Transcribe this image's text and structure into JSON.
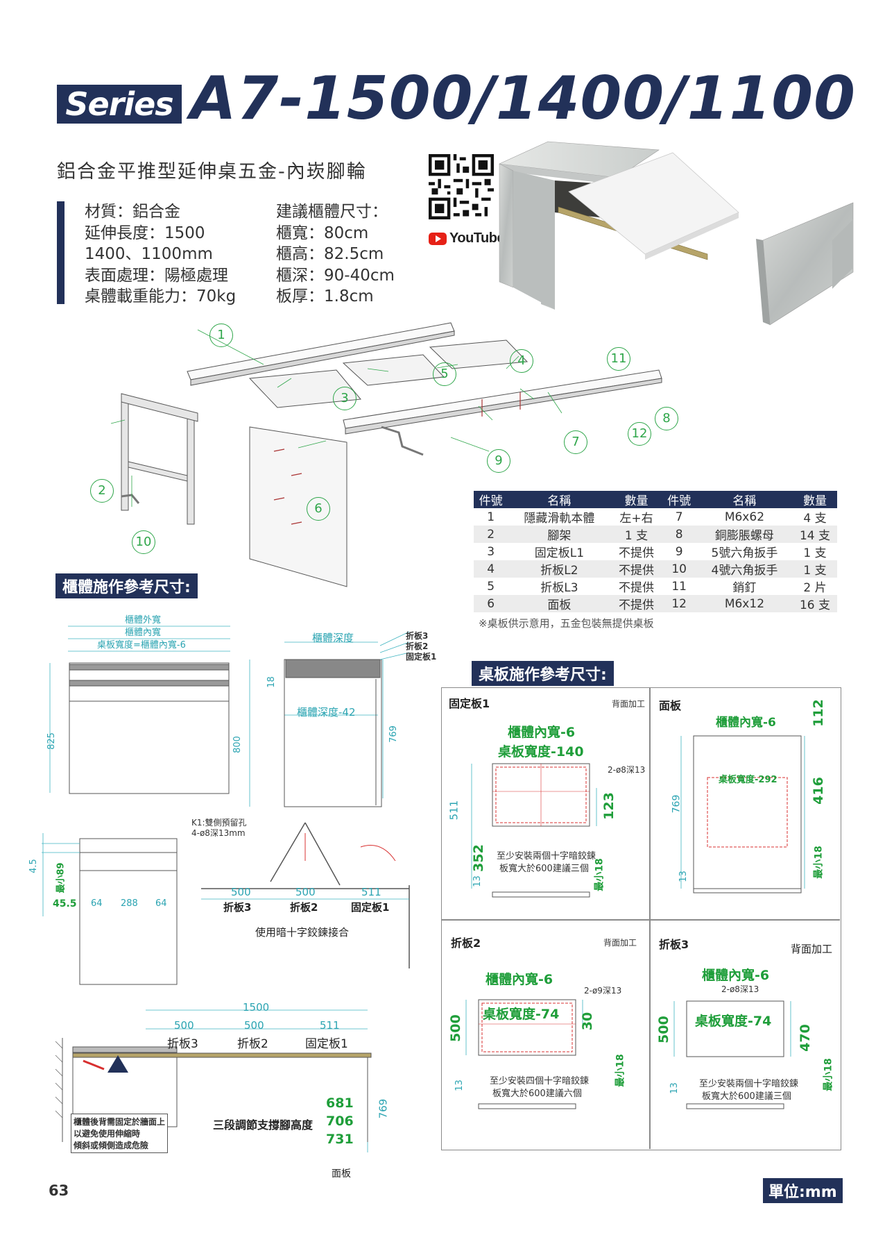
{
  "header": {
    "series": "Series",
    "model": "A7-1500/1400/1100",
    "subtitle": "鋁合金平推型延伸桌五金-內崁腳輪"
  },
  "specs_left": [
    "材質：鋁合金",
    "延伸長度：1500",
    "1400、1100mm",
    "表面處理：陽極處理",
    "桌體載重能力：70kg"
  ],
  "specs_right": [
    "建議櫃體尺寸：",
    "櫃寬：80cm",
    "櫃高：82.5cm",
    "櫃深：90-40cm",
    "板厚：1.8cm"
  ],
  "youtube_label": "YouTube",
  "part_callouts": [
    "1",
    "2",
    "3",
    "4",
    "5",
    "6",
    "7",
    "8",
    "9",
    "10",
    "11",
    "12"
  ],
  "parts_table": {
    "headers": [
      "件號",
      "名稱",
      "數量",
      "件號",
      "名稱",
      "數量"
    ],
    "rows": [
      [
        "1",
        "隱藏滑軌本體",
        "左+右",
        "7",
        "M6x62",
        "4 支"
      ],
      [
        "2",
        "腳架",
        "1 支",
        "8",
        "銅膨脹螺母",
        "14 支"
      ],
      [
        "3",
        "固定板L1",
        "不提供",
        "9",
        "5號六角扳手",
        "1 支"
      ],
      [
        "4",
        "折板L2",
        "不提供",
        "10",
        "4號六角扳手",
        "1 支"
      ],
      [
        "5",
        "折板L3",
        "不提供",
        "11",
        "銷釘",
        "2 片"
      ],
      [
        "6",
        "面板",
        "不提供",
        "12",
        "M6x12",
        "16 支"
      ]
    ],
    "note": "※桌板供示意用，五金包裝無提供桌板"
  },
  "cabinet_section": {
    "title": "櫃體施作參考尺寸:",
    "front": {
      "outer": "櫃體外寬",
      "inner": "櫃體內寬",
      "board": "桌板寬度=櫃體內寬-6",
      "h825": "825",
      "h800": "800",
      "h18": "18"
    },
    "side": {
      "depth": "櫃體深度",
      "depth42": "櫃體深度-42",
      "h769": "769",
      "fold3": "折板3",
      "fold2": "折板2",
      "fixed1": "固定板1"
    },
    "hole": {
      "k1": "K1:雙側預留孔",
      "k1b": "4-ø8深13mm",
      "d45": "4.5",
      "min89": "最小89",
      "d455": "45.5",
      "d64a": "64",
      "d288": "288",
      "d64b": "64"
    },
    "fold": {
      "d500a": "500",
      "d500b": "500",
      "d511": "511",
      "fold3": "折板3",
      "fold2": "折板2",
      "fixed1": "固定板1",
      "hinge": "使用暗十字鉸鍊接合"
    },
    "ext": {
      "d1500": "1500",
      "d500a": "500",
      "d500b": "500",
      "d511": "511",
      "fold3": "折板3",
      "fold2": "折板2",
      "fixed1": "固定板1",
      "h769": "769",
      "h681": "681",
      "h706": "706",
      "h731": "731",
      "leg": "三段調節支撐腳高度",
      "panel": "面板",
      "warning": [
        "櫃體後背需固定於牆面上",
        "以避免使用伸縮時",
        "傾斜或傾側造成危險"
      ]
    }
  },
  "board_section": {
    "title": "桌板施作參考尺寸:",
    "fixed1": {
      "name": "固定板1",
      "back": "背面加工",
      "inner": "櫃體內寬-6",
      "width": "桌板寬度-140",
      "hole": "2-ø8深13",
      "h511": "511",
      "h123": "123",
      "h352": "352",
      "h13": "13",
      "min18": "最小18",
      "hinge": [
        "至少安裝兩個十字暗鉸鍊",
        "板寬大於600建議三個"
      ]
    },
    "panel": {
      "name": "面板",
      "inner": "櫃體內寬-6",
      "width": "桌板寬度-292",
      "h112": "112",
      "h416": "416",
      "h769": "769",
      "h13": "13",
      "min18": "最小18"
    },
    "fold2": {
      "name": "折板2",
      "back": "背面加工",
      "inner": "櫃體內寬-6",
      "width": "桌板寬度-74",
      "hole": "2-ø9深13",
      "h500": "500",
      "h30": "30",
      "h13": "13",
      "min18": "最小18",
      "hinge": [
        "至少安裝四個十字暗鉸鍊",
        "板寬大於600建議六個"
      ]
    },
    "fold3": {
      "name": "折板3",
      "back": "背面加工",
      "inner": "櫃體內寬-6",
      "width": "桌板寬度-74",
      "hole": "2-ø8深13",
      "h500": "500",
      "h470": "470",
      "h13": "13",
      "min18": "最小18",
      "hinge": [
        "至少安裝兩個十字暗鉸鍊",
        "板寬大於600建議三個"
      ]
    }
  },
  "footer": {
    "page": "63",
    "unit": "單位:mm"
  },
  "colors": {
    "navy": "#223159",
    "green": "#1f9e3a",
    "cyan": "#3fb4c0",
    "red": "#d83030"
  }
}
